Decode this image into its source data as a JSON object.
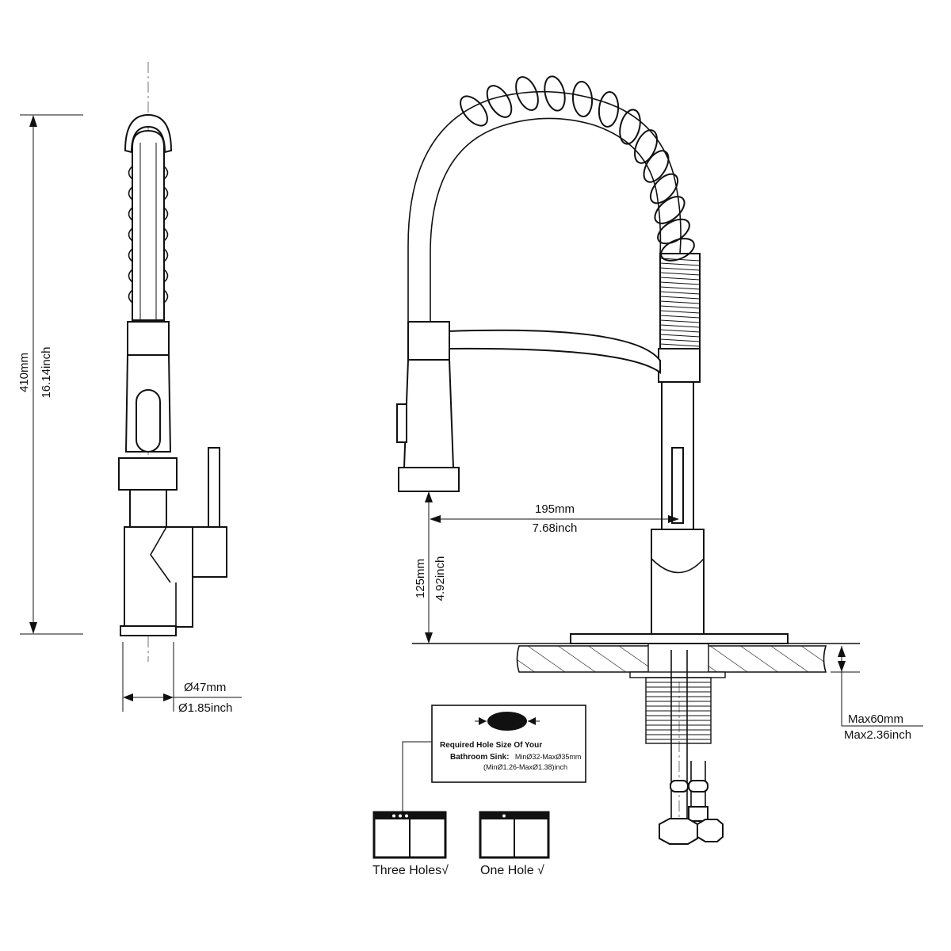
{
  "dimensions": {
    "total_height_mm": "410mm",
    "total_height_inch": "16.14inch",
    "base_diameter_mm": "Ø47mm",
    "base_diameter_inch": "Ø1.85inch",
    "reach_mm": "195mm",
    "reach_inch": "7.68inch",
    "spout_height_mm": "125mm",
    "spout_height_inch": "4.92inch",
    "deck_thickness_mm": "Max60mm",
    "deck_thickness_inch": "Max2.36inch"
  },
  "hole_note": {
    "line1": "Required Hole Size Of Your",
    "line2_bold": "Bathroom Sink:",
    "line2_rest": "MinØ32-MaxØ35mm",
    "line3": "(MinØ1.26-MaxØ1.38)inch"
  },
  "install_options": [
    {
      "label": "Three Holes√"
    },
    {
      "label": "One Hole √"
    }
  ],
  "icons": [
    "hole-size-icon",
    "three-hole-sink-icon",
    "one-hole-sink-icon"
  ]
}
